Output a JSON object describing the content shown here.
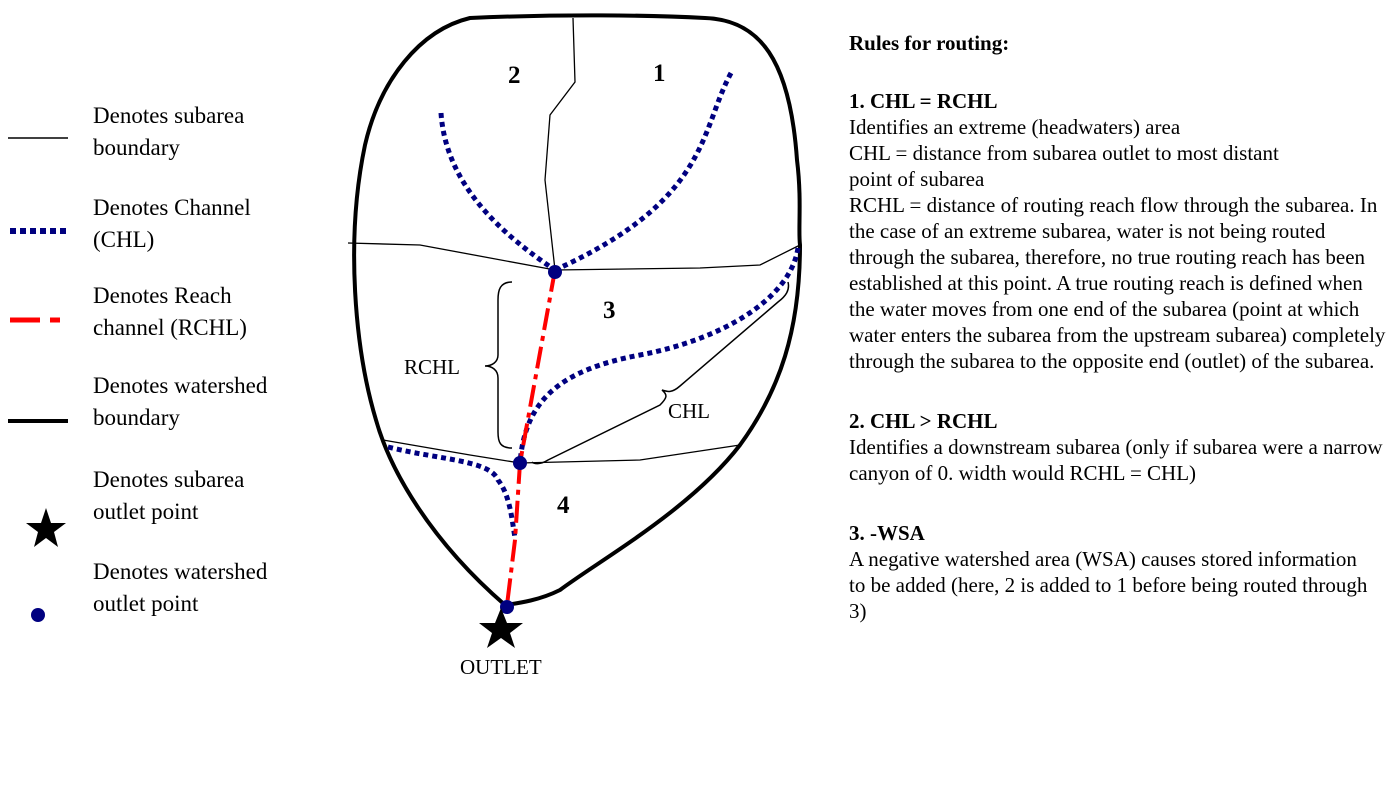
{
  "legend": {
    "items": [
      {
        "text": "Denotes subarea\nboundary",
        "symbol": "thin-line"
      },
      {
        "text": "Denotes Channel\n(CHL)",
        "symbol": "dotted-line"
      },
      {
        "text": "Denotes Reach\nchannel (RCHL)",
        "symbol": "dashed-red-line"
      },
      {
        "text": "Denotes watershed\nboundary",
        "symbol": "thick-line"
      },
      {
        "text": "Denotes subarea\noutlet point",
        "symbol": "star-icon"
      },
      {
        "text": "Denotes watershed\noutlet point",
        "symbol": "dot-icon"
      }
    ]
  },
  "diagram": {
    "subareas": [
      "1",
      "2",
      "3",
      "4"
    ],
    "labels": {
      "rchl": "RCHL",
      "chl": "CHL",
      "outlet": "OUTLET"
    }
  },
  "rules": {
    "title": "Rules for routing:",
    "items": [
      {
        "heading": "1.  CHL = RCHL",
        "lines": [
          "Identifies an extreme (headwaters) area",
          "CHL = distance from subarea outlet to most distant point of subarea",
          "RCHL = distance of routing reach flow through the subarea.  In the case of an extreme subarea, water is not being routed through the subarea, therefore, no true routing reach has been established at this point.  A true routing reach is defined when the water moves from one end of the subarea (point at which water enters the subarea from the upstream subarea) completely through the subarea to the opposite end (outlet) of the subarea."
        ]
      },
      {
        "heading": "2.  CHL > RCHL",
        "lines": [
          "Identifies a downstream subarea (only if subarea were a narrow canyon of 0. width would RCHL = CHL)"
        ]
      },
      {
        "heading": "3.  -WSA",
        "lines": [
          "A negative watershed area (WSA) causes stored information to be added (here, 2 is added to 1 before being routed through 3)"
        ]
      }
    ]
  },
  "colors": {
    "channel": "#000080",
    "reach": "#ff0000",
    "outlet_dot": "#000080"
  }
}
